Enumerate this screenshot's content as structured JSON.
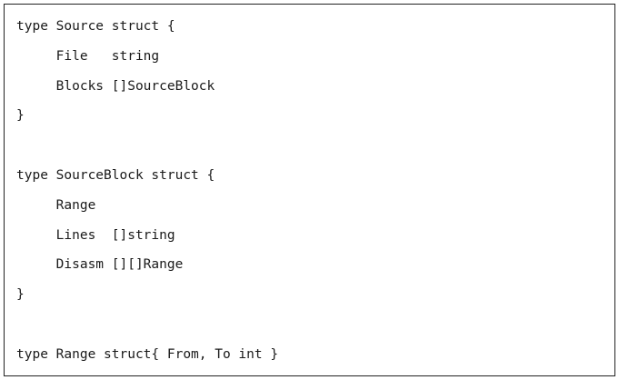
{
  "code": {
    "language": "go",
    "lines": [
      "type Source struct {",
      "     File   string",
      "     Blocks []SourceBlock",
      "}",
      "",
      "type SourceBlock struct {",
      "     Range",
      "     Lines  []string",
      "     Disasm [][]Range",
      "}",
      "",
      "type Range struct{ From, To int }"
    ]
  },
  "colors": {
    "text": "#1a1a1a",
    "border": "#222222",
    "background": "#ffffff"
  }
}
